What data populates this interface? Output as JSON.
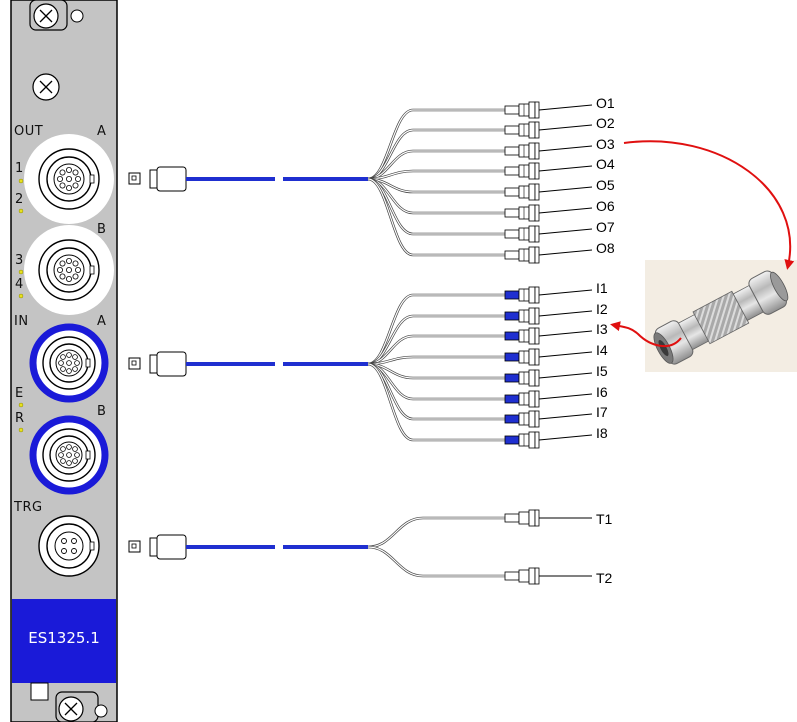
{
  "module": {
    "name": "ES1325.1",
    "sections": {
      "out": "OUT",
      "in": "IN",
      "trg": "TRG"
    },
    "connector_letters": {
      "out_a": "A",
      "out_b": "B",
      "in_a": "A",
      "in_b": "B"
    },
    "channel_marks": [
      "1",
      "2",
      "3",
      "4"
    ],
    "status_marks": [
      "E",
      "R"
    ]
  },
  "cables": {
    "output": {
      "labels": [
        "O1",
        "O2",
        "O3",
        "O4",
        "O5",
        "O6",
        "O7",
        "O8"
      ]
    },
    "input": {
      "labels": [
        "I1",
        "I2",
        "I3",
        "I4",
        "I5",
        "I6",
        "I7",
        "I8"
      ]
    },
    "trigger": {
      "labels": [
        "T1",
        "T2"
      ]
    }
  },
  "colors": {
    "cable_blue": "#1f2fd0",
    "module_blue": "#1a1ad8",
    "arrow_red": "#e01010",
    "panel_gray": "#c4c4c4"
  }
}
